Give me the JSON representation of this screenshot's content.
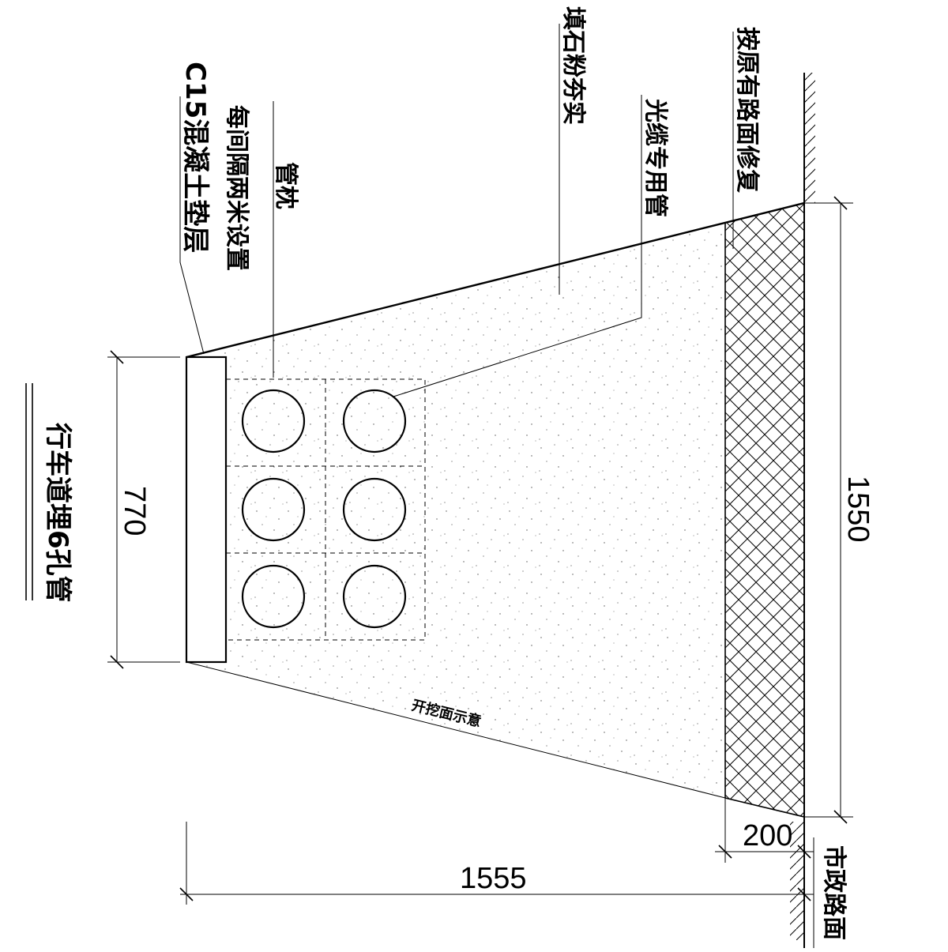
{
  "labels": {
    "roadway_6hole": "行车道埋6孔管",
    "c15_bedding": "C15混凝土垫层",
    "pipe_support": "管枕",
    "pipe_support_note": "每间隔两米设置",
    "fill_compact": "填石粉夯实",
    "fiber_pipe": "光缆专用管",
    "road_restore": "按原有路面修复",
    "excavation_face": "开挖面示意",
    "municipal_road": "市政路面"
  },
  "dimensions": {
    "height_bedding": "770",
    "depth_total": "1550",
    "pavement_thickness": "200",
    "width_total": "1555"
  },
  "pipes": {
    "rows": 3,
    "columns": 2,
    "count": 6
  }
}
